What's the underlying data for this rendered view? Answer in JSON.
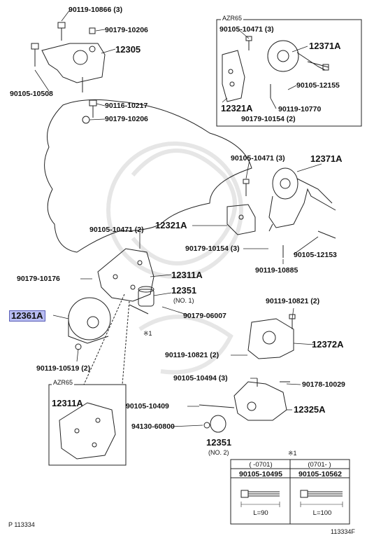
{
  "labels": {
    "p90119_10866": "90119-10866 (3)",
    "p90179_10206": "90179-10206",
    "p12305": "12305",
    "p90105_10508": "90105-10508",
    "p90116_10217": "90116-10217",
    "p90179_10206b": "90179-10206",
    "azr65_top": "AZR65",
    "p90105_10471_3": "90105-10471 (3)",
    "p12371A_top": "12371A",
    "p90105_12155": "90105-12155",
    "p12321A_top": "12321A",
    "p90119_10770": "90119-10770",
    "p90179_10154_2_top": "90179-10154 (2)",
    "p90105_10471_mid": "90105-10471 (3)",
    "p12371A_mid": "12371A",
    "p12321A_mid": "12321A",
    "p90105_10471_2": "90105-10471 (2)",
    "p90179_10154_3": "90179-10154 (3)",
    "p90105_12153": "90105-12153",
    "p90119_10885": "90119-10885",
    "p90179_10176": "90179-10176",
    "p12311A": "12311A",
    "p12351_no1": "12351",
    "p12351_no1_sub": "(NO. 1)",
    "p12361A": "12361A",
    "p90179_06007": "90179-06007",
    "mark1": "※1",
    "p90119_10821_2a": "90119-10821 (2)",
    "p12372A": "12372A",
    "p90119_10821_2b": "90119-10821 (2)",
    "p90119_10519_2": "90119-10519 (2)",
    "azr65_bottom": "AZR65",
    "p12311A_inset": "12311A",
    "p90105_10494_3": "90105-10494 (3)",
    "p90178_10029": "90178-10029",
    "p90105_10409": "90105-10409",
    "p12325A": "12325A",
    "p94130_60800": "94130-60800",
    "p12351_no2": "12351",
    "p12351_no2_sub": "(NO. 2)",
    "table_mark": "※1",
    "footer_left": "P  113334",
    "footer_right": "113334F"
  },
  "bolt_table": {
    "col1_header": "(     -0701)",
    "col2_header": "(0701-     )",
    "col1_part": "90105-10495",
    "col2_part": "90105-10562",
    "col1_length": "L=90",
    "col2_length": "L=100"
  }
}
